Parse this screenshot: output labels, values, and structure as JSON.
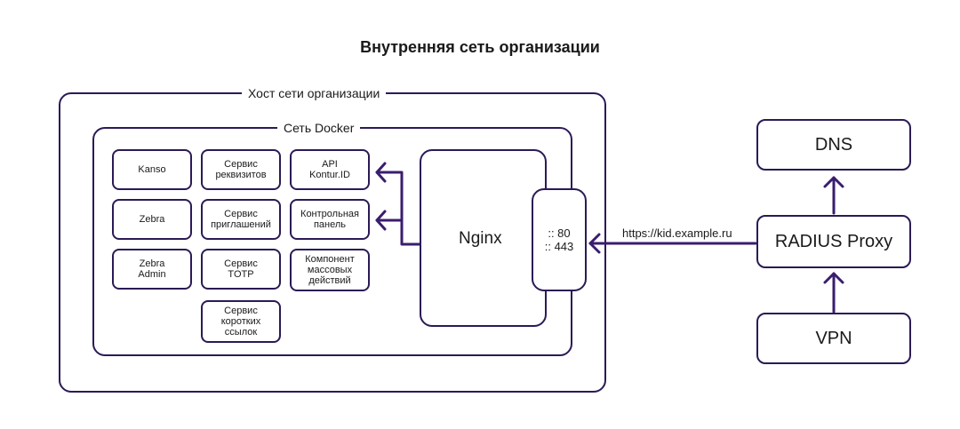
{
  "title": "Внутренняя сеть организации",
  "host": {
    "label": "Хост сети организации"
  },
  "docker": {
    "label": "Сеть Docker",
    "services": [
      {
        "id": "kanso",
        "label": "Kanso"
      },
      {
        "id": "zebra",
        "label": "Zebra"
      },
      {
        "id": "zebra-admin",
        "label": "Zebra\nAdmin"
      },
      {
        "id": "requisites",
        "label": "Сервис\nреквизитов"
      },
      {
        "id": "invitations",
        "label": "Сервис\nприглашений"
      },
      {
        "id": "totp",
        "label": "Сервис\nTOTP"
      },
      {
        "id": "shortlinks",
        "label": "Сервис\nкоротких\nссылок"
      },
      {
        "id": "api-kontur-id",
        "label": "API\nKontur.ID"
      },
      {
        "id": "control-panel",
        "label": "Контрольная\nпанель"
      },
      {
        "id": "bulk-actions",
        "label": "Компонент\nмассовых\nдействий"
      }
    ]
  },
  "nginx": {
    "label": "Nginx",
    "port1": ":: 80",
    "port2": ":: 443"
  },
  "external": {
    "dns": "DNS",
    "radius": "RADIUS Proxy",
    "vpn": "VPN",
    "url": "https://kid.example.ru"
  },
  "colors": {
    "stroke": "#2b1a55",
    "arrow": "#3a1d6e"
  }
}
